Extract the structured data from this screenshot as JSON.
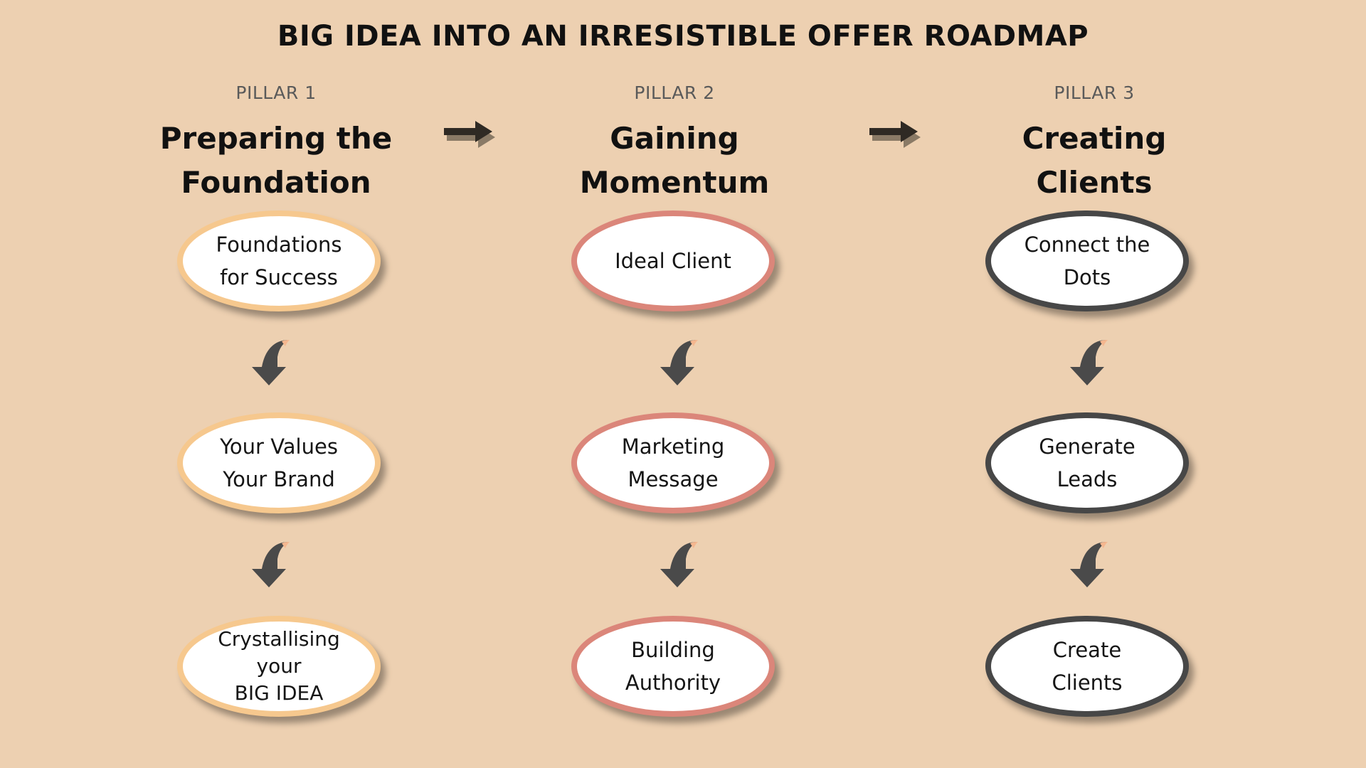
{
  "title": "BIG IDEA INTO AN IRRESISTIBLE OFFER ROADMAP",
  "colors": {
    "background": "#EDD0B1",
    "arrow": "#4A4A4A",
    "arrow_tip": "#F5B78F",
    "right_arrow": "#2F2A24",
    "right_arrow_shadow": "#8A7A66"
  },
  "pillars": [
    {
      "label": "PILLAR 1",
      "name": "Preparing the\nFoundation",
      "border_color": "#F6C88E",
      "steps": [
        "Foundations\nfor Success",
        "Your Values\nYour Brand",
        "Crystallising\nyour\nBIG IDEA"
      ]
    },
    {
      "label": "PILLAR 2",
      "name": "Gaining\nMomentum",
      "border_color": "#DB867A",
      "steps": [
        "Ideal Client",
        "Marketing\nMessage",
        "Building\nAuthority"
      ]
    },
    {
      "label": "PILLAR 3",
      "name": "Creating\nClients",
      "border_color": "#474747",
      "steps": [
        "Connect the\nDots",
        "Generate\nLeads",
        "Create\nClients"
      ]
    }
  ],
  "connectors": {
    "between_pillars": "right-arrow-icon",
    "between_steps": "curved-down-arrow-icon"
  }
}
